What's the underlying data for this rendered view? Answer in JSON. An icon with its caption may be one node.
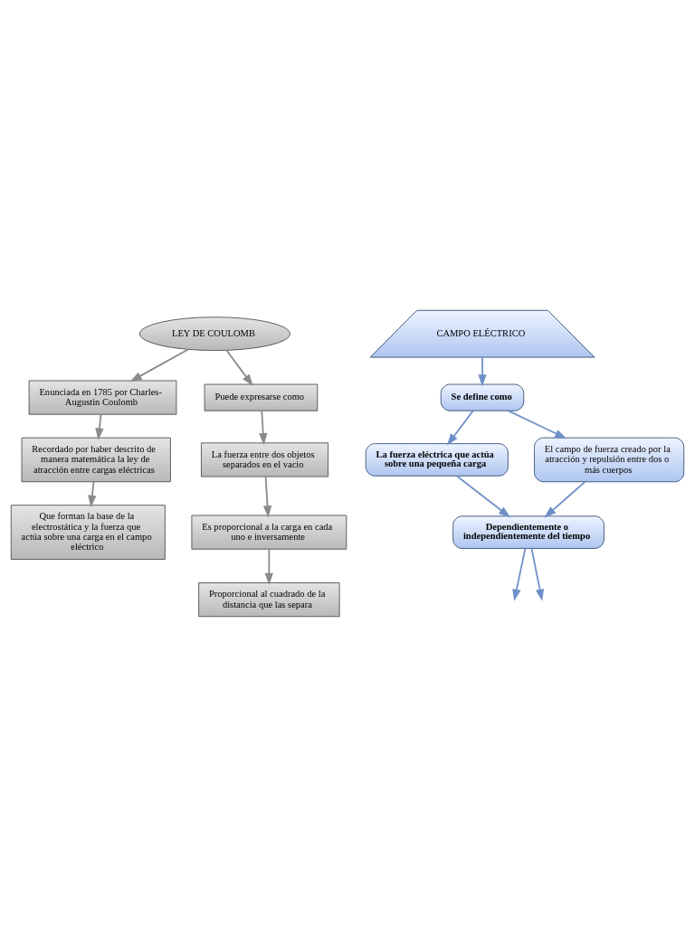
{
  "diagram": {
    "nodes": [
      {
        "text": [
          "LEY DE COULOMB"
        ]
      },
      {
        "text": [
          "Enunciada en 1785 por Charles-Augustin Coulomb"
        ]
      },
      {
        "text": [
          "Recordado por haber descrito de manera matemática la ley de atracción entre cargas eléctricas"
        ]
      },
      {
        "text": [
          "Que forman la base de la electrostática y la fuerza que actúa sobre una carga en el campo eléctrico"
        ]
      },
      {
        "text": [
          "Puede expresarse como"
        ]
      },
      {
        "text": [
          "La fuerza entre dos objetos separados en el vacio"
        ]
      },
      {
        "text": [
          "Es proporcional a la carga en cada uno e inversamente"
        ]
      },
      {
        "text": [
          "Proporcional al cuadrado de la distancia que las separa"
        ]
      },
      {
        "text": [
          "CAMPO ELÉCTRICO"
        ]
      },
      {
        "text": [
          "Se define como"
        ]
      },
      {
        "text": [
          "La fuerza eléctrica que actúa sobre una pequeña carga"
        ]
      },
      {
        "text": [
          "El campo de fuerza creado por la atracción y repulsión entre dos o más cuerpos"
        ]
      },
      {
        "text": [
          "Dependientemente o independientemente del tiempo"
        ]
      }
    ],
    "edges": [
      {
        "from": 0,
        "to": 1,
        "arrow": "to"
      },
      {
        "from": 0,
        "to": 4,
        "arrow": "to"
      },
      {
        "from": 1,
        "to": 2,
        "arrow": "to"
      },
      {
        "from": 2,
        "to": 3,
        "arrow": "to"
      },
      {
        "from": 4,
        "to": 5,
        "arrow": "to"
      },
      {
        "from": 5,
        "to": 6,
        "arrow": "to"
      },
      {
        "from": 6,
        "to": 7,
        "arrow": "to"
      },
      {
        "from": 8,
        "to": 9,
        "arrow": "to"
      },
      {
        "from": 9,
        "to": 10,
        "arrow": "to"
      },
      {
        "from": 9,
        "to": 11,
        "arrow": "to"
      },
      {
        "from": 10,
        "to": 12,
        "arrow": "to"
      },
      {
        "from": 11,
        "to": 12,
        "arrow": "to"
      },
      {
        "from": 12,
        "to": null,
        "arrow": "to"
      },
      {
        "from": 12,
        "to": null,
        "arrow": "to"
      }
    ]
  }
}
